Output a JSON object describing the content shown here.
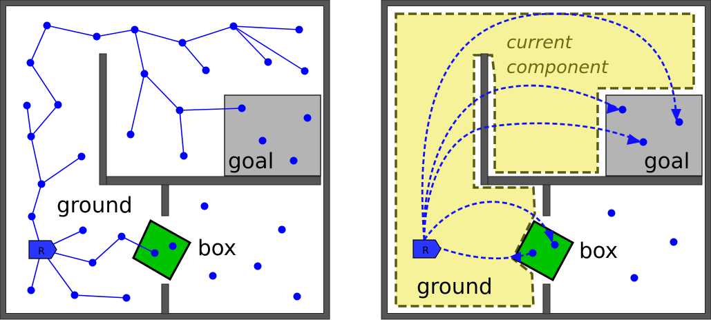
{
  "left_panel": {
    "labels": {
      "ground": "ground",
      "goal": "goal",
      "box": "box",
      "robot": "R"
    }
  },
  "right_panel": {
    "labels": {
      "ground": "ground",
      "goal": "goal",
      "box": "box",
      "robot": "R",
      "component_line1": "current",
      "component_line2": "component"
    }
  },
  "colors": {
    "wall": "#555555",
    "wall_stroke": "#222222",
    "goal_fill": "#b4b4b4",
    "box_fill": "#00c400",
    "node": "#0000ff",
    "edge": "#0000ff",
    "robot_fill": "#2a36ff",
    "component_fill": "#f5f29a",
    "component_stroke": "#5a5a10",
    "component_text": "#6a6a1a",
    "arrow": "#1010ff"
  }
}
